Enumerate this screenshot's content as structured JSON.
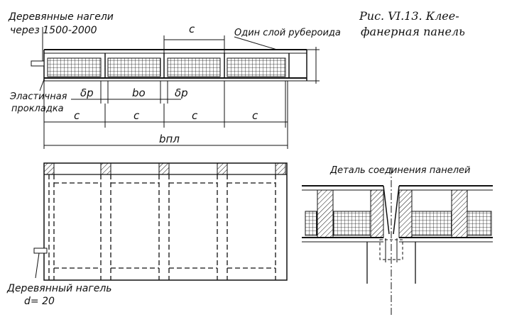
{
  "caption": {
    "line1": "Рис. VI.13. Клее-",
    "line2": "фанерная панель"
  },
  "labels": {
    "dowels_top_1": "Деревянные нагели",
    "dowels_top_2": "через 1500-2000",
    "roofing": "Один слой рубероида",
    "gasket_1": "Эластичная",
    "gasket_2": "прокладка",
    "dowel_bottom_1": "Деревянный нагель",
    "dowel_bottom_2": "d= 20",
    "detail_title": "Деталь соединения панелей"
  },
  "dimensions": {
    "c": "c",
    "delta_p": "δp",
    "b_o": "bo",
    "b_pl": "bпл"
  },
  "colors": {
    "ink": "#111111",
    "paper": "#ffffff"
  }
}
